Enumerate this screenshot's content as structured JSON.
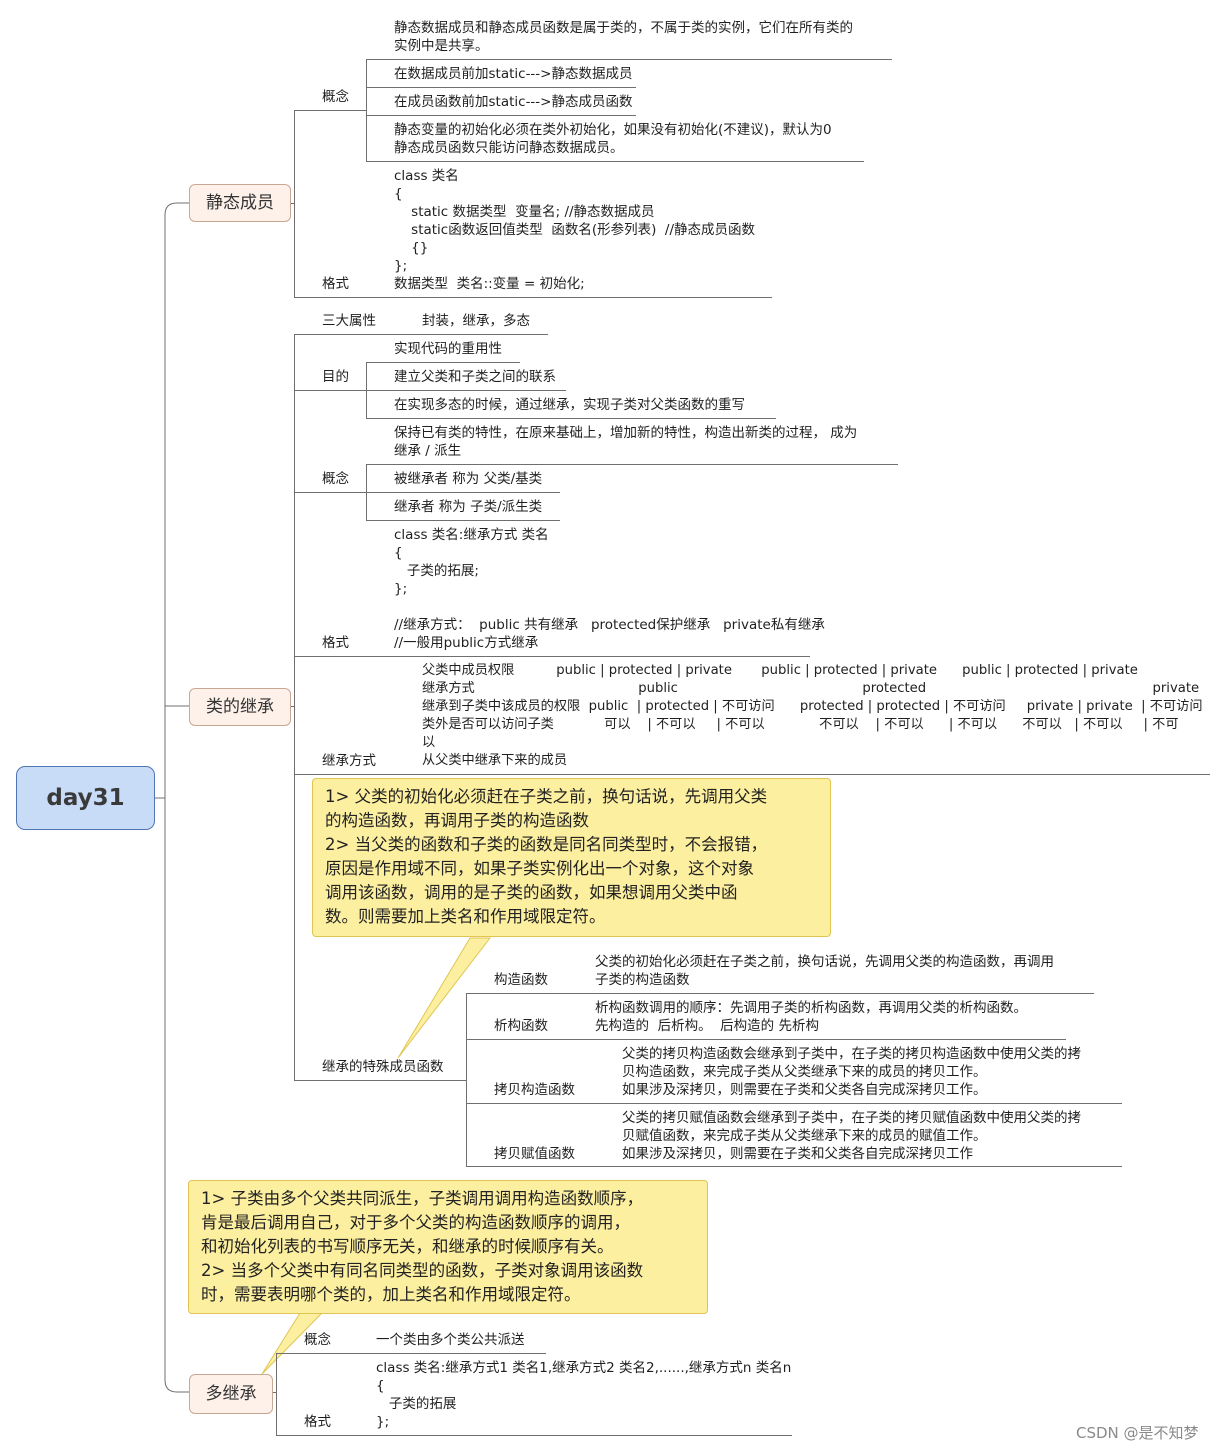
{
  "root": {
    "label": "day31"
  },
  "static_members": {
    "label": "静态成员",
    "concept_label": "概念",
    "concept_items": [
      "静态数据成员和静态成员函数是属于类的，不属于类的实例，它们在所有类的\n实例中是共享。",
      "在数据成员前加static--->静态数据成员",
      "在成员函数前加static--->静态成员函数",
      "静态变量的初始化必须在类外初始化，如果没有初始化(不建议)，默认为0\n静态成员函数只能访问静态数据成员。"
    ],
    "format_label": "格式",
    "format_text": "class 类名\n{\n    static 数据类型  变量名; //静态数据成员\n    static函数返回值类型  函数名(形参列表)  //静态成员函数\n    {}\n};\n数据类型  类名::变量 = 初始化;"
  },
  "inheritance": {
    "label": "类的继承",
    "three_attr_label": "三大属性",
    "three_attr_value": "封装，继承，多态",
    "purpose_label": "目的",
    "purpose_items": [
      "实现代码的重用性",
      "建立父类和子类之间的联系",
      "在实现多态的时候，通过继承，实现子类对父类函数的重写"
    ],
    "concept_label": "概念",
    "concept_items": [
      "保持已有类的特性，在原来基础上，增加新的特性，构造出新类的过程， 成为\n继承 / 派生",
      "被继承者 称为 父类/基类",
      "继承者 称为 子类/派生类"
    ],
    "format_label": "格式",
    "format_text": "class 类名:继承方式 类名\n{\n   子类的拓展;\n};\n\n//继承方式：  public 共有继承   protected保护继承   private私有继承\n//一般用public方式继承",
    "mode_label": "继承方式",
    "mode_text": "父类中成员权限          public | protected | private       public | protected | private      public | protected | private\n继承方式                                       public                                            protected                                                      private\n继承到子类中该成员的权限  public  | protected | 不可访问      protected | protected | 不可访问     private | private  | 不可访问\n类外是否可以访问子类            可以    | 不可以     | 不可以             不可以    | 不可以      | 不可以      不可以   | 不可以     | 不可\n以\n从父类中继承下来的成员",
    "special_label": "继承的特殊成员函数",
    "special_items": [
      {
        "label": "构造函数",
        "text": "父类的初始化必须赶在子类之前，换句话说，先调用父类的构造函数，再调用\n子类的构造函数"
      },
      {
        "label": "析构函数",
        "text": "析构函数调用的顺序：先调用子类的析构函数，再调用父类的析构函数。\n先构造的  后析构。  后构造的 先析构"
      },
      {
        "label": "拷贝构造函数",
        "text": "父类的拷贝构造函数会继承到子类中，在子类的拷贝构造函数中使用父类的拷\n贝构造函数，来完成子类从父类继承下来的成员的拷贝工作。\n如果涉及深拷贝，则需要在子类和父类各自完成深拷贝工作。"
      },
      {
        "label": "拷贝赋值函数",
        "text": "父类的拷贝赋值函数会继承到子类中，在子类的拷贝赋值函数中使用父类的拷\n贝赋值函数，来完成子类从父类继承下来的成员的赋值工作。\n如果涉及深拷贝，则需要在子类和父类各自完成深拷贝工作"
      }
    ],
    "note": "1> 父类的初始化必须赶在子类之前，换句话说，先调用父类\n的构造函数，再调用子类的构造函数\n2> 当父类的函数和子类的函数是同名同类型时，不会报错，\n原因是作用域不同，如果子类实例化出一个对象，这个对象\n调用该函数，调用的是子类的函数，如果想调用父类中函\n数。则需要加上类名和作用域限定符。"
  },
  "multi_inheritance": {
    "label": "多继承",
    "note": "1> 子类由多个父类共同派生，子类调用调用构造函数顺序，\n肯是最后调用自己，对于多个父类的构造函数顺序的调用，\n和初始化列表的书写顺序无关，和继承的时候顺序有关。\n2> 当多个父类中有同名同类型的函数，子类对象调用该函数\n时，需要表明哪个类的，加上类名和作用域限定符。",
    "concept_label": "概念",
    "concept_value": "一个类由多个类公共派送",
    "format_label": "格式",
    "format_text": "class 类名:继承方式1 类名1,继承方式2 类名2,......,继承方式n 类名n\n{\n   子类的拓展\n};"
  },
  "watermark": "CSDN @是不知梦"
}
